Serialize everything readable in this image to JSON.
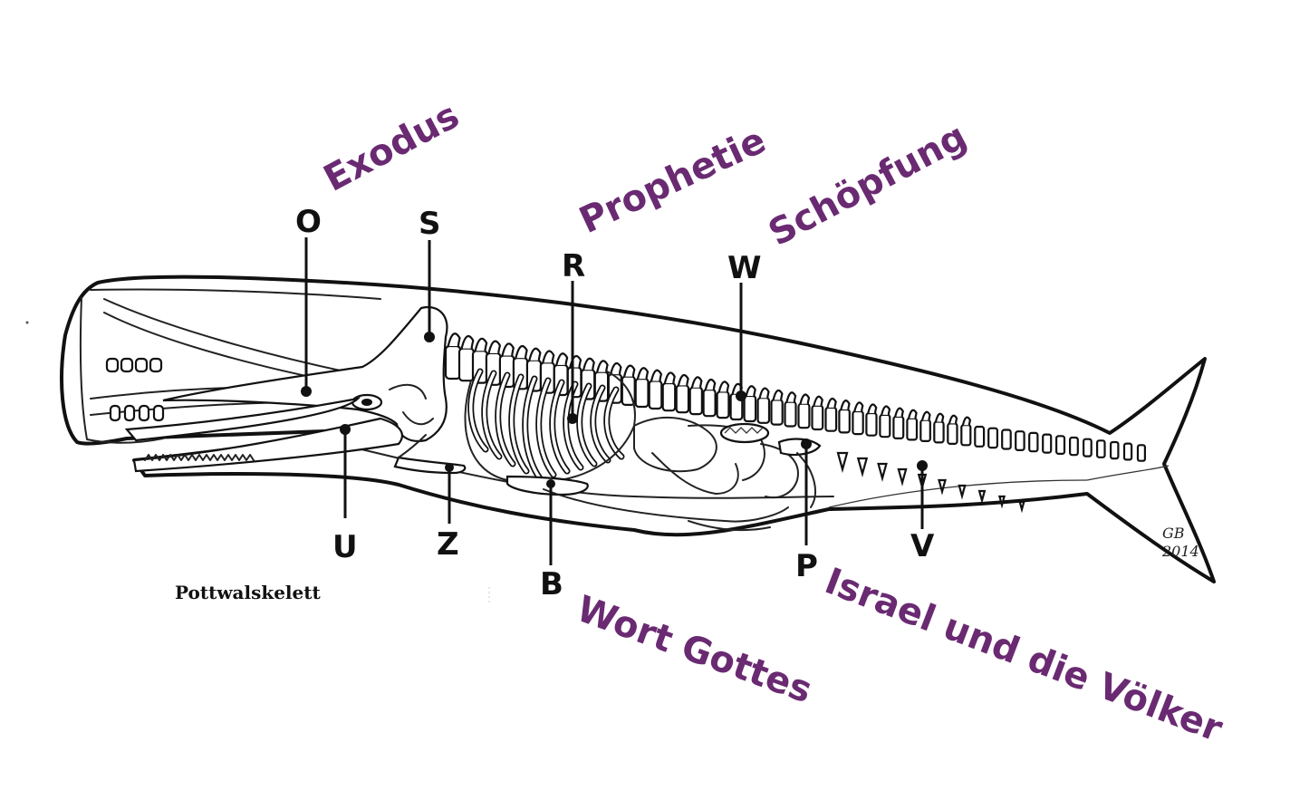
{
  "caption": "Pottwalskelett",
  "signature": {
    "initials": "GB",
    "year": "2014"
  },
  "colors": {
    "theme_text": "#6a2a72",
    "line": "#111111",
    "background": "#ffffff"
  },
  "markers": [
    {
      "id": "O",
      "label": "O"
    },
    {
      "id": "S",
      "label": "S"
    },
    {
      "id": "R",
      "label": "R"
    },
    {
      "id": "W",
      "label": "W"
    },
    {
      "id": "U",
      "label": "U"
    },
    {
      "id": "Z",
      "label": "Z"
    },
    {
      "id": "B",
      "label": "B"
    },
    {
      "id": "P",
      "label": "P"
    },
    {
      "id": "V",
      "label": "V"
    }
  ],
  "themes": [
    {
      "id": "exodus",
      "label": "Exodus"
    },
    {
      "id": "prophetie",
      "label": "Prophetie"
    },
    {
      "id": "schoepfung",
      "label": "Schöpfung"
    },
    {
      "id": "wort-gottes",
      "label": "Wort Gottes"
    },
    {
      "id": "israel-voelker",
      "label": "Israel und die Völker"
    }
  ]
}
